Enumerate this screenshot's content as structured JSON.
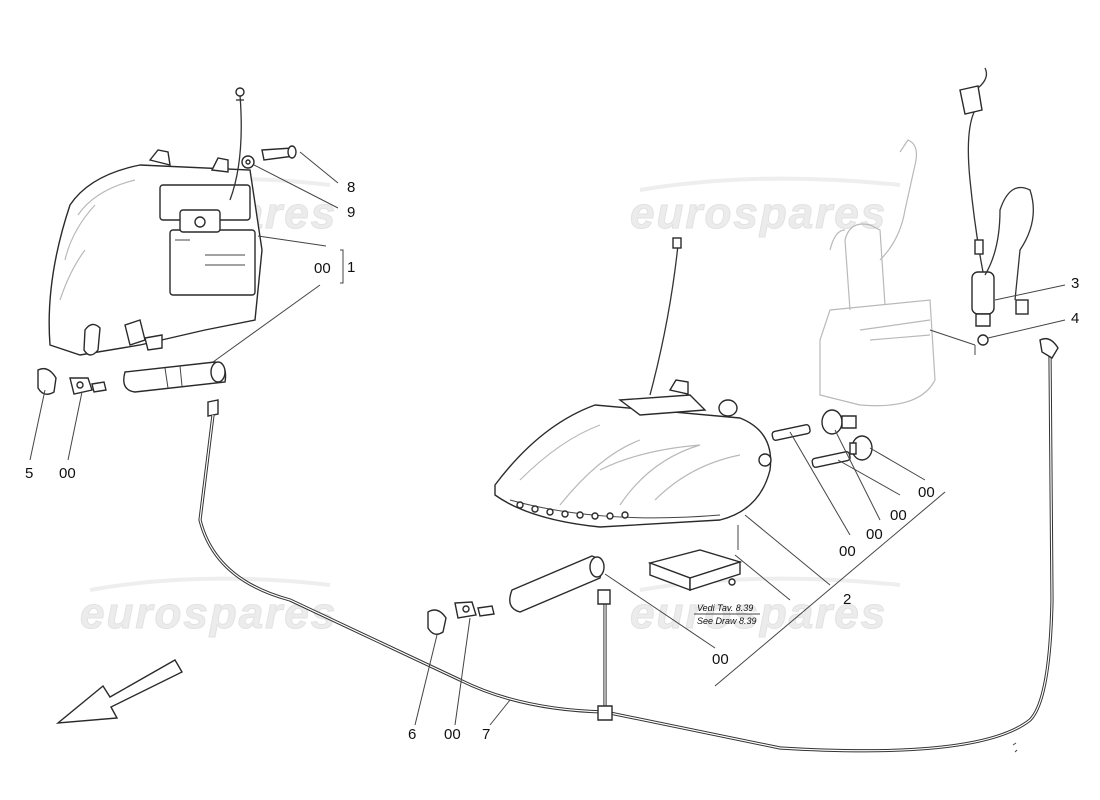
{
  "watermark": "eurospares",
  "callouts": {
    "c8": "8",
    "c9": "9",
    "c00_lamp": "00",
    "c1": "1",
    "c5": "5",
    "c00_nozzle_left": "00",
    "c3": "3",
    "c4": "4",
    "c00_bulb_a": "00",
    "c00_bulb_b": "00",
    "c00_bulb_c": "00",
    "c00_bulb_d": "00",
    "c2": "2",
    "c00_module": "00",
    "c6": "6",
    "c00_nozzle_center": "00",
    "c7": "7"
  },
  "reference_note": {
    "line1": "Vedi Tav. 8.39",
    "line2": "See Draw 8.39"
  },
  "direction_arrow": "front-direction-arrow"
}
